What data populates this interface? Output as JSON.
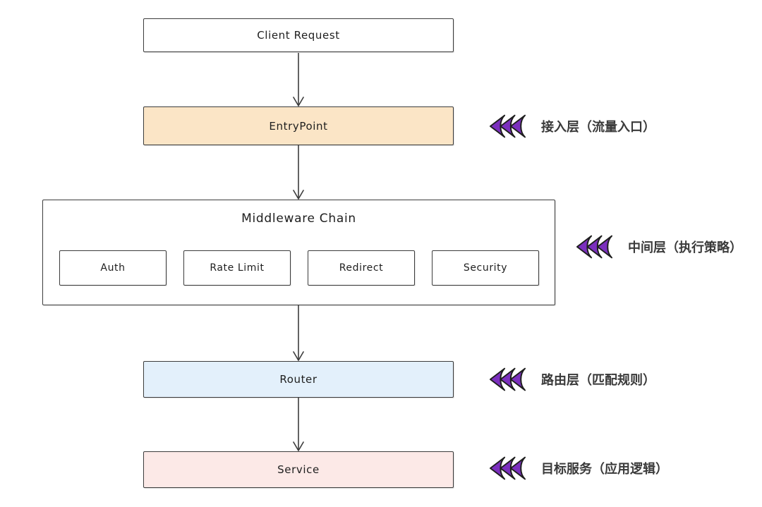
{
  "diagram": {
    "background": "#ffffff",
    "stroke_color": "#3c3c3c",
    "text_color": "#1e1e1e",
    "nodes": {
      "client_request": {
        "label": "Client Request",
        "fill": "#ffffff"
      },
      "entrypoint": {
        "label": "EntryPoint",
        "fill": "#fbe5c6"
      },
      "middleware": {
        "title": "Middleware Chain",
        "fill": "#ffffff",
        "children": [
          {
            "label": "Auth"
          },
          {
            "label": "Rate Limit"
          },
          {
            "label": "Redirect"
          },
          {
            "label": "Security"
          }
        ]
      },
      "router": {
        "label": "Router",
        "fill": "#e3f0fb"
      },
      "service": {
        "label": "Service",
        "fill": "#fce9e7"
      }
    },
    "annotations": {
      "accent_color": "#7b2fbe",
      "outline_color": "#1e1e1e",
      "items": [
        {
          "icon": "triple-chevron-left-icon",
          "label": "接入层（流量入口）"
        },
        {
          "icon": "triple-chevron-left-icon",
          "label": "中间层（执行策略）"
        },
        {
          "icon": "triple-chevron-left-icon",
          "label": "路由层（匹配规则）"
        },
        {
          "icon": "triple-chevron-left-icon",
          "label": "目标服务（应用逻辑）"
        }
      ]
    }
  }
}
